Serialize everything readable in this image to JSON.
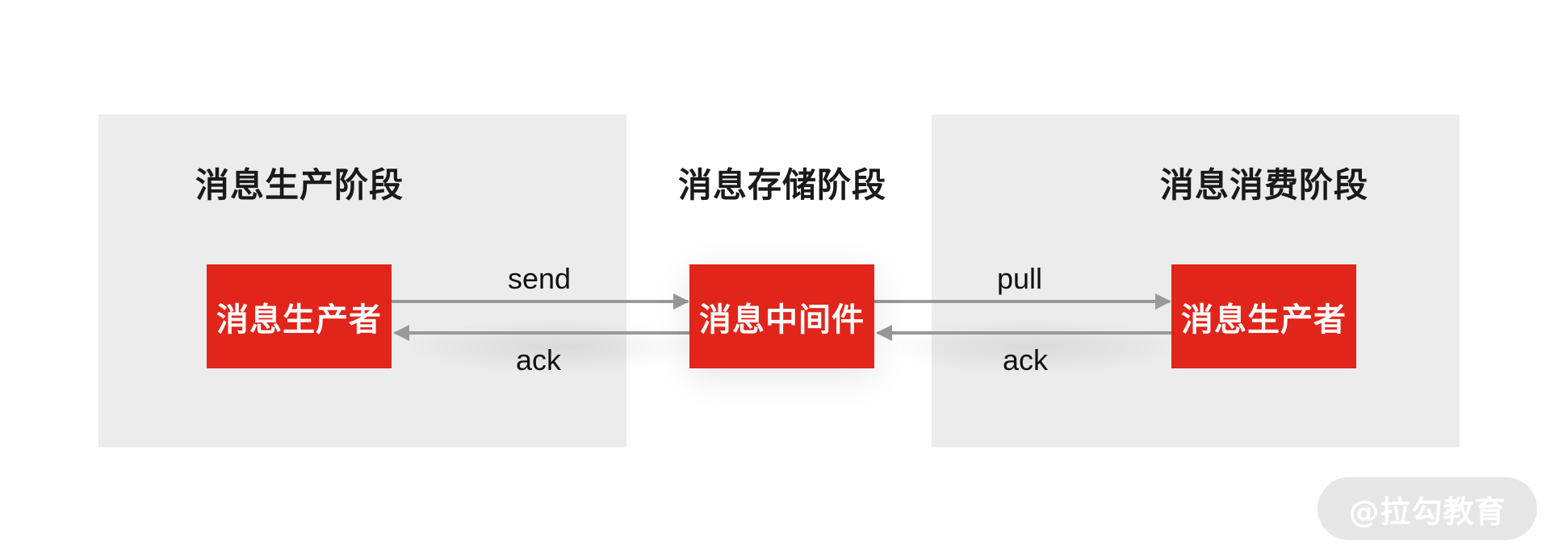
{
  "stages": {
    "produce": "消息生产阶段",
    "store": "消息存储阶段",
    "consume": "消息消费阶段"
  },
  "nodes": {
    "producer": "消息生产者",
    "middleware": "消息中间件",
    "consumer": "消息生产者"
  },
  "flows": {
    "send": "send",
    "ack_left": "ack",
    "pull": "pull",
    "ack_right": "ack"
  },
  "watermark": "@拉勾教育",
  "colors": {
    "node_fill": "#e1251b",
    "panel_fill": "#ececec",
    "arrow": "#999999"
  }
}
